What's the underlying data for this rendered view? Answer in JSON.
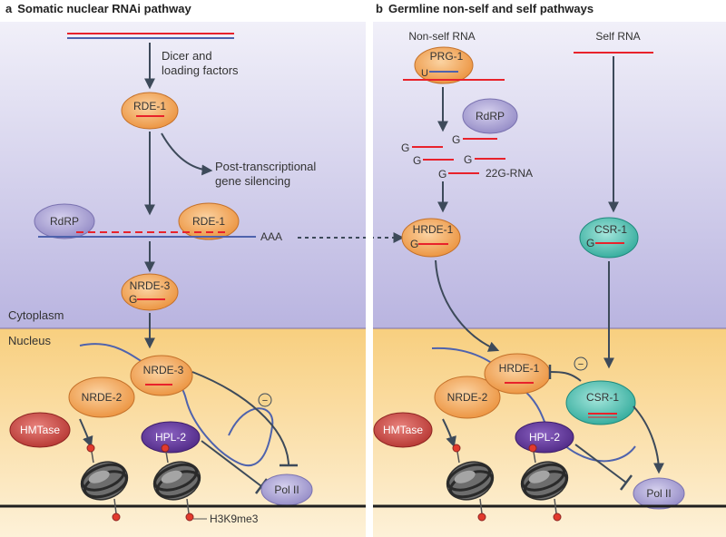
{
  "panel_a": {
    "letter": "a",
    "title": "Somatic nuclear RNAi pathway",
    "dicer_line1": "Dicer and",
    "dicer_line2": "loading factors",
    "rde1_top": "RDE-1",
    "ptgs_line1": "Post-transcriptional",
    "ptgs_line2": "gene silencing",
    "rdrp": "RdRP",
    "rde1_mid": "RDE-1",
    "polya": "AAA",
    "nrde3_top": "NRDE-3",
    "g": "G",
    "cytoplasm": "Cytoplasm",
    "nucleus": "Nucleus",
    "nrde3_nuc": "NRDE-3",
    "nrde2": "NRDE-2",
    "hmtase": "HMTase",
    "hpl2": "HPL-2",
    "pol2": "Pol II",
    "h3k9me3": "H3K9me3",
    "minus": "−"
  },
  "panel_b": {
    "letter": "b",
    "title": "Germline non-self and self pathways",
    "nonself_rna": "Non-self RNA",
    "self_rna": "Self RNA",
    "prg1": "PRG-1",
    "u": "U",
    "rdrp": "RdRP",
    "g": "G",
    "rna22g": "22G-RNA",
    "hrde1_top": "HRDE-1",
    "csr1_top": "CSR-1",
    "hrde1_nuc": "HRDE-1",
    "csr1_nuc": "CSR-1",
    "nrde2": "NRDE-2",
    "hmtase": "HMTase",
    "hpl2": "HPL-2",
    "pol2": "Pol II",
    "minus": "−"
  },
  "colors": {
    "cytoplasm": "#d9d6ef",
    "nucleus": "#fbe1a6",
    "orange_protein": "#f0a24e",
    "purple_protein": "#a9a1d4",
    "teal_protein": "#3fbfb0",
    "dark_purple": "#5b3393",
    "red_protein": "#c8403d",
    "rna_red": "#e8222b",
    "rna_blue": "#4f63ad",
    "arrow": "#3d4a5a"
  }
}
